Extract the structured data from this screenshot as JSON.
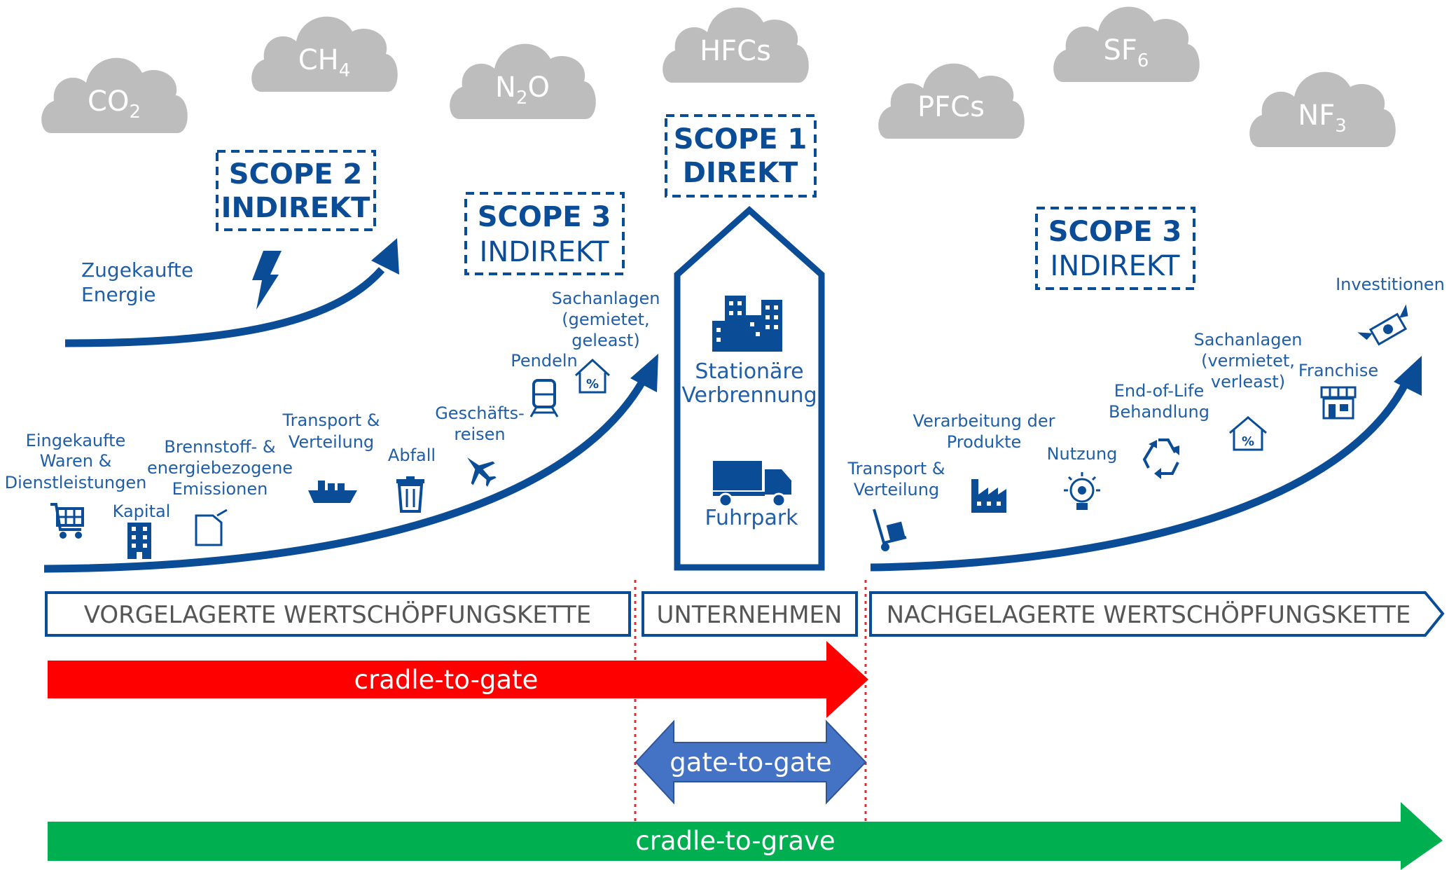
{
  "clouds": [
    {
      "id": "co2",
      "base": "CO",
      "sub": "2"
    },
    {
      "id": "ch4",
      "base": "CH",
      "sub": "4"
    },
    {
      "id": "n2o",
      "base": "N",
      "sub": "2",
      "tail": "O"
    },
    {
      "id": "hfcs",
      "base": "HFCs",
      "sub": ""
    },
    {
      "id": "pfcs",
      "base": "PFCs",
      "sub": ""
    },
    {
      "id": "sf6",
      "base": "SF",
      "sub": "6"
    },
    {
      "id": "nf3",
      "base": "NF",
      "sub": "3"
    }
  ],
  "scopes": {
    "scope2": {
      "line1": "SCOPE 2",
      "line2": "INDIREKT"
    },
    "scope3_up": {
      "line1": "SCOPE 3",
      "line2": "INDIREKT"
    },
    "scope1": {
      "line1": "SCOPE 1",
      "line2": "DIREKT"
    },
    "scope3_down": {
      "line1": "SCOPE 3",
      "line2": "INDIREKT"
    }
  },
  "energy_label": [
    "Zugekaufte",
    "Energie"
  ],
  "upstream_items": {
    "eingekaufte": [
      "Eingekaufte",
      "Waren &",
      "Dienstleistungen"
    ],
    "kapital": [
      "Kapital"
    ],
    "brennstoff": [
      "Brennstoff- &",
      "energiebezogene",
      "Emissionen"
    ],
    "transport": [
      "Transport &",
      "Verteilung"
    ],
    "abfall": [
      "Abfall"
    ],
    "geschaeft": [
      "Geschäfts-",
      "reisen"
    ],
    "pendeln": [
      "Pendeln"
    ],
    "sachanlagen": [
      "Sachanlagen",
      "(gemietet,",
      "geleast)"
    ]
  },
  "company": {
    "stationaer": [
      "Stationäre",
      "Verbrennung"
    ],
    "fuhrpark": "Fuhrpark"
  },
  "downstream_items": {
    "transport": [
      "Transport &",
      "Verteilung"
    ],
    "verarbeitung": [
      "Verarbeitung der",
      "Produkte"
    ],
    "nutzung": [
      "Nutzung"
    ],
    "eol": [
      "End-of-Life",
      "Behandlung"
    ],
    "sachanlagen": [
      "Sachanlagen",
      "(vermietet,",
      "verleast)"
    ],
    "franchise": [
      "Franchise"
    ],
    "investitionen": [
      "Investitionen"
    ]
  },
  "bands": {
    "upstream": "VORGELAGERTE WERTSCHÖPFUNGSKETTE",
    "company": "UNTERNEHMEN",
    "downstream": "NACHGELAGERTE WERTSCHÖPFUNGSKETTE"
  },
  "arrows": {
    "cradle_to_gate": "cradle-to-gate",
    "gate_to_gate": "gate-to-gate",
    "cradle_to_grave": "cradle-to-grave"
  },
  "colors": {
    "blue": "#0a4d96",
    "label_blue": "#1f5ea8",
    "cloud_gray": "#bdbdbd",
    "red": "#ff0000",
    "green": "#00b050",
    "gate_blue": "#4472c4",
    "dotted_red": "#e0292b"
  }
}
